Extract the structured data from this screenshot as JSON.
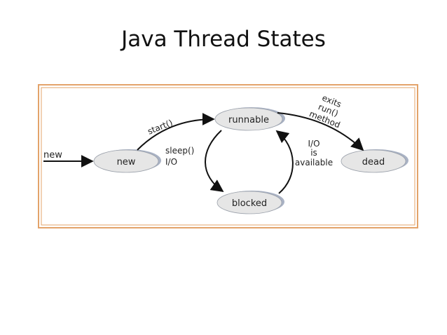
{
  "title": "Java Thread States",
  "states": {
    "new": "new",
    "runnable": "runnable",
    "blocked": "blocked",
    "dead": "dead"
  },
  "labels": {
    "entry": "new",
    "start": "start()",
    "sleep": "sleep()",
    "io": "I/O",
    "io_avail": [
      "I/O",
      "is",
      "available"
    ],
    "exits": [
      "exits",
      "run()",
      "method"
    ]
  },
  "colors": {
    "frame": "#e3a36a",
    "state_fill": "#e6e6e6",
    "state_shadow": "#a9b2c4",
    "arrow": "#111111"
  }
}
